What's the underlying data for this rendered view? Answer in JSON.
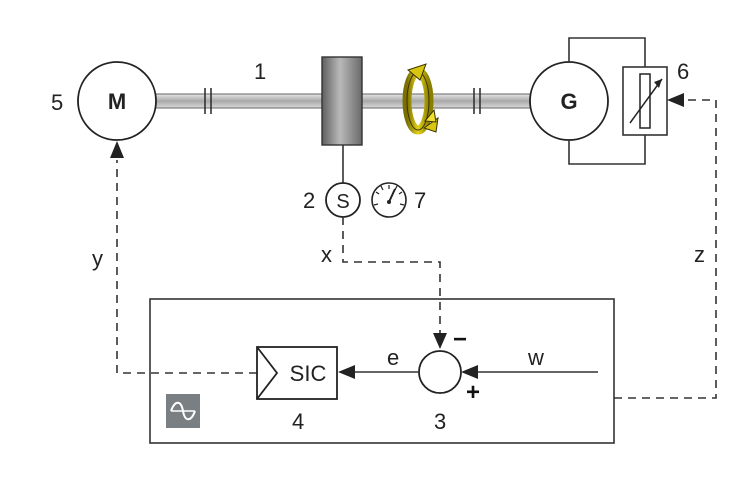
{
  "labels": {
    "shaft": "1",
    "sensor_num": "2",
    "comparator_num": "3",
    "controller_num": "4",
    "motor_num": "5",
    "load_num": "6",
    "gauge_num": "7"
  },
  "blocks": {
    "motor": "M",
    "generator": "G",
    "sensor": "S",
    "controller": "SIC"
  },
  "signals": {
    "x": "x",
    "y": "y",
    "z": "z",
    "e": "e",
    "w": "w"
  },
  "signs": {
    "minus": "−",
    "plus": "+"
  },
  "colors": {
    "rotation_arrow": "#c9b800",
    "line": "#333333",
    "flywheel": "#8a8a8a",
    "shaft": "#bdbdbd",
    "icon_bg": "#7a7f84"
  },
  "icons": {
    "rotation": "rotation-arrow-icon",
    "gauge": "dial-gauge-icon",
    "rheostat": "variable-resistor-icon",
    "sine": "sine-wave-icon"
  }
}
